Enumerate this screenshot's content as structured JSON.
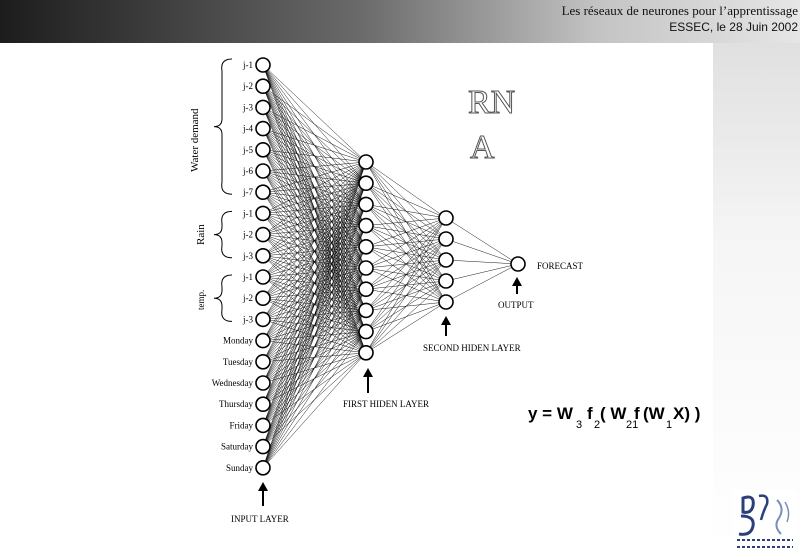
{
  "header": {
    "line1": "Les réseaux de neurones pour  l’apprentissage",
    "line2": "ESSEC, le 28 Juin 2002"
  },
  "diagram": {
    "watermark": [
      "RN",
      "A"
    ],
    "input_labels": [
      "j-1",
      "j-2",
      "j-3",
      "j-4",
      "j-5",
      "j-6",
      "j-7",
      "j-1",
      "j-2",
      "j-3",
      "j-1",
      "j-2",
      "j-3",
      "Monday",
      "Tuesday",
      "Wednesday",
      "Thursday",
      "Friday",
      "Saturday",
      "Sunday"
    ],
    "groups": [
      "Water demand",
      "Rain",
      "temp."
    ],
    "first_hidden_count": 10,
    "second_hidden_count": 5,
    "layer_labels": {
      "input": "INPUT LAYER",
      "first_hidden": "FIRST HIDEN LAYER",
      "second_hidden": "SECOND HIDEN LAYER",
      "output": "OUTPUT",
      "forecast": "FORECAST"
    },
    "formula": {
      "y": "y = W",
      "s1": "3",
      "f1": "f",
      "s2": "2",
      "p1": "( W",
      "s3": "21",
      "f2": "f",
      "p2": "(W",
      "s4": "1",
      "end": "X) )"
    }
  },
  "colors": {
    "header_dark": "#1c1c1c",
    "header_light": "#e6e6e6",
    "logo_blue": "#2b3f7a"
  }
}
